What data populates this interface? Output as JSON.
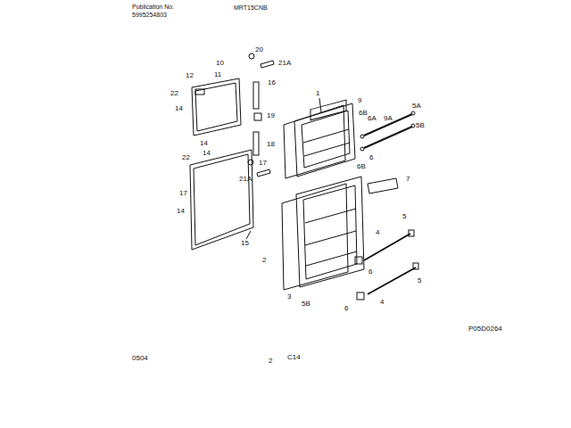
{
  "diagram": {
    "labels": [
      "Publication No.",
      "5995254803",
      "MRT15CNB",
      "20",
      "10",
      "21A",
      "12",
      "11",
      "16",
      "22",
      "14",
      "19",
      "1",
      "9",
      "5A",
      "6B",
      "6A",
      "9A",
      "5B",
      "6",
      "6B",
      "14",
      "18",
      "17",
      "21A",
      "22",
      "14",
      "7",
      "17",
      "14",
      "15",
      "5",
      "4",
      "2",
      "6",
      "3",
      "5B",
      "5",
      "4",
      "6",
      "P05D0264",
      "0504",
      "2",
      "C14"
    ]
  }
}
